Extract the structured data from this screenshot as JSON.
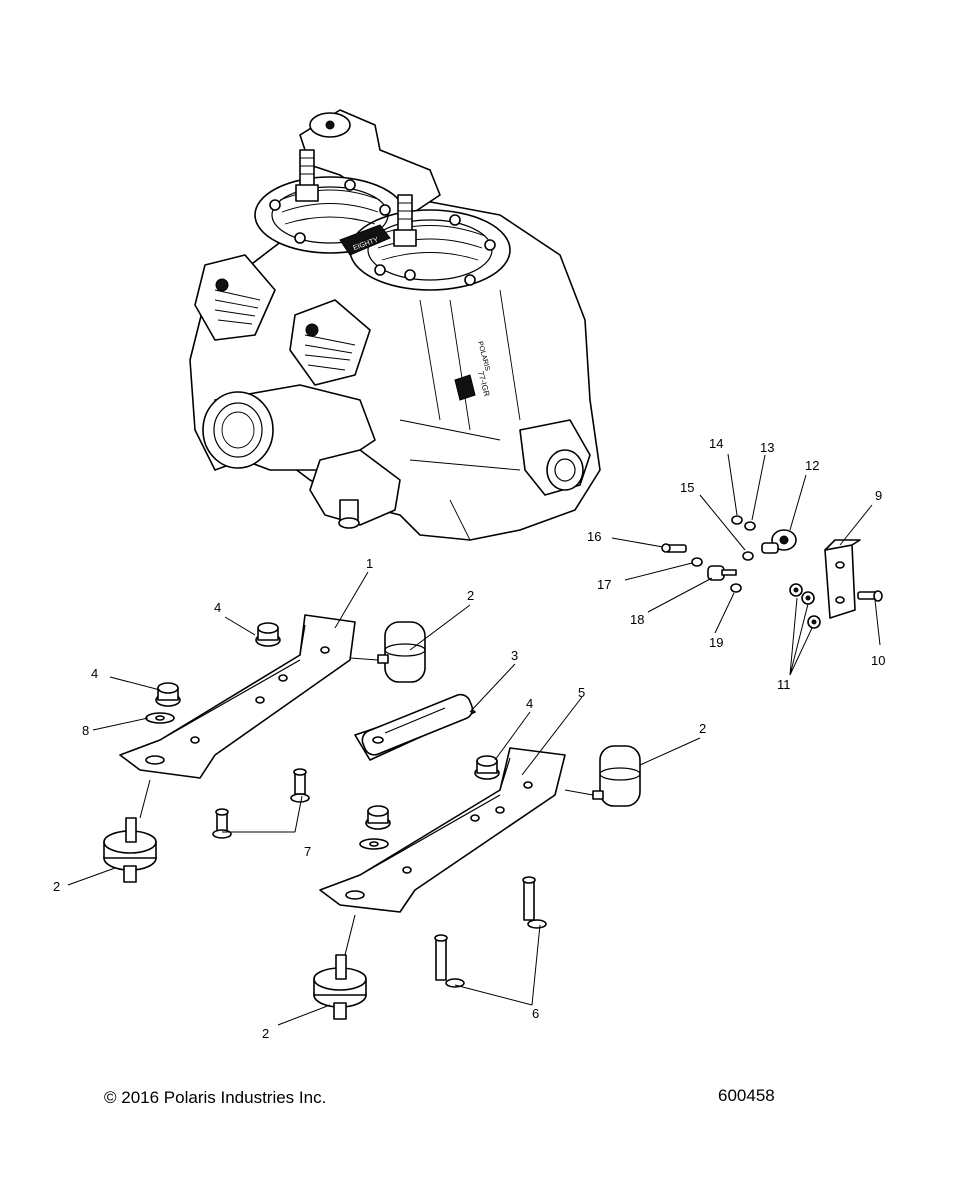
{
  "footer": {
    "copyright": "© 2016 Polaris Industries Inc.",
    "drawing_number": "600458"
  },
  "callouts": {
    "c1": "1",
    "c2a": "2",
    "c2b": "2",
    "c2c": "2",
    "c2d": "2",
    "c3": "3",
    "c4a": "4",
    "c4b": "4",
    "c4c": "4",
    "c5": "5",
    "c6": "6",
    "c7": "7",
    "c8": "8",
    "c9": "9",
    "c10": "10",
    "c11": "11",
    "c12": "12",
    "c13": "13",
    "c14": "14",
    "c15": "15",
    "c16": "16",
    "c17": "17",
    "c18": "18",
    "c19": "19"
  },
  "engine_labels": {
    "cylinder_badge": "EIGHTY",
    "brand": "POLARIS",
    "model": "77-IGR"
  }
}
